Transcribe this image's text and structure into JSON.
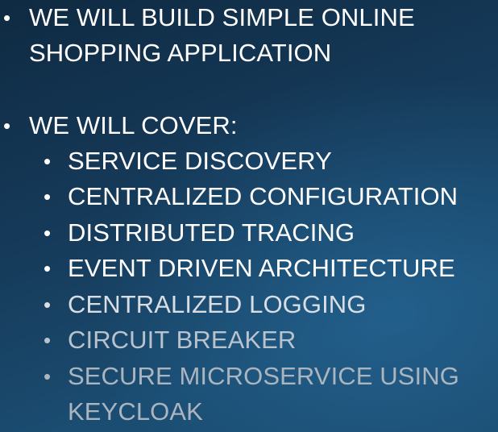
{
  "bullets": {
    "b1_line1": "WE WILL BUILD SIMPLE ONLINE",
    "b1_line2": "SHOPPING APPLICATION",
    "b2": "WE WILL COVER:"
  },
  "sub_items": [
    "SERVICE DISCOVERY",
    "CENTRALIZED CONFIGURATION",
    "DISTRIBUTED TRACING",
    "EVENT DRIVEN ARCHITECTURE",
    "CENTRALIZED LOGGING",
    "CIRCUIT BREAKER",
    "SECURE MICROSERVICE USING",
    "KEYCLOAK"
  ],
  "bullet_glyph": "•"
}
